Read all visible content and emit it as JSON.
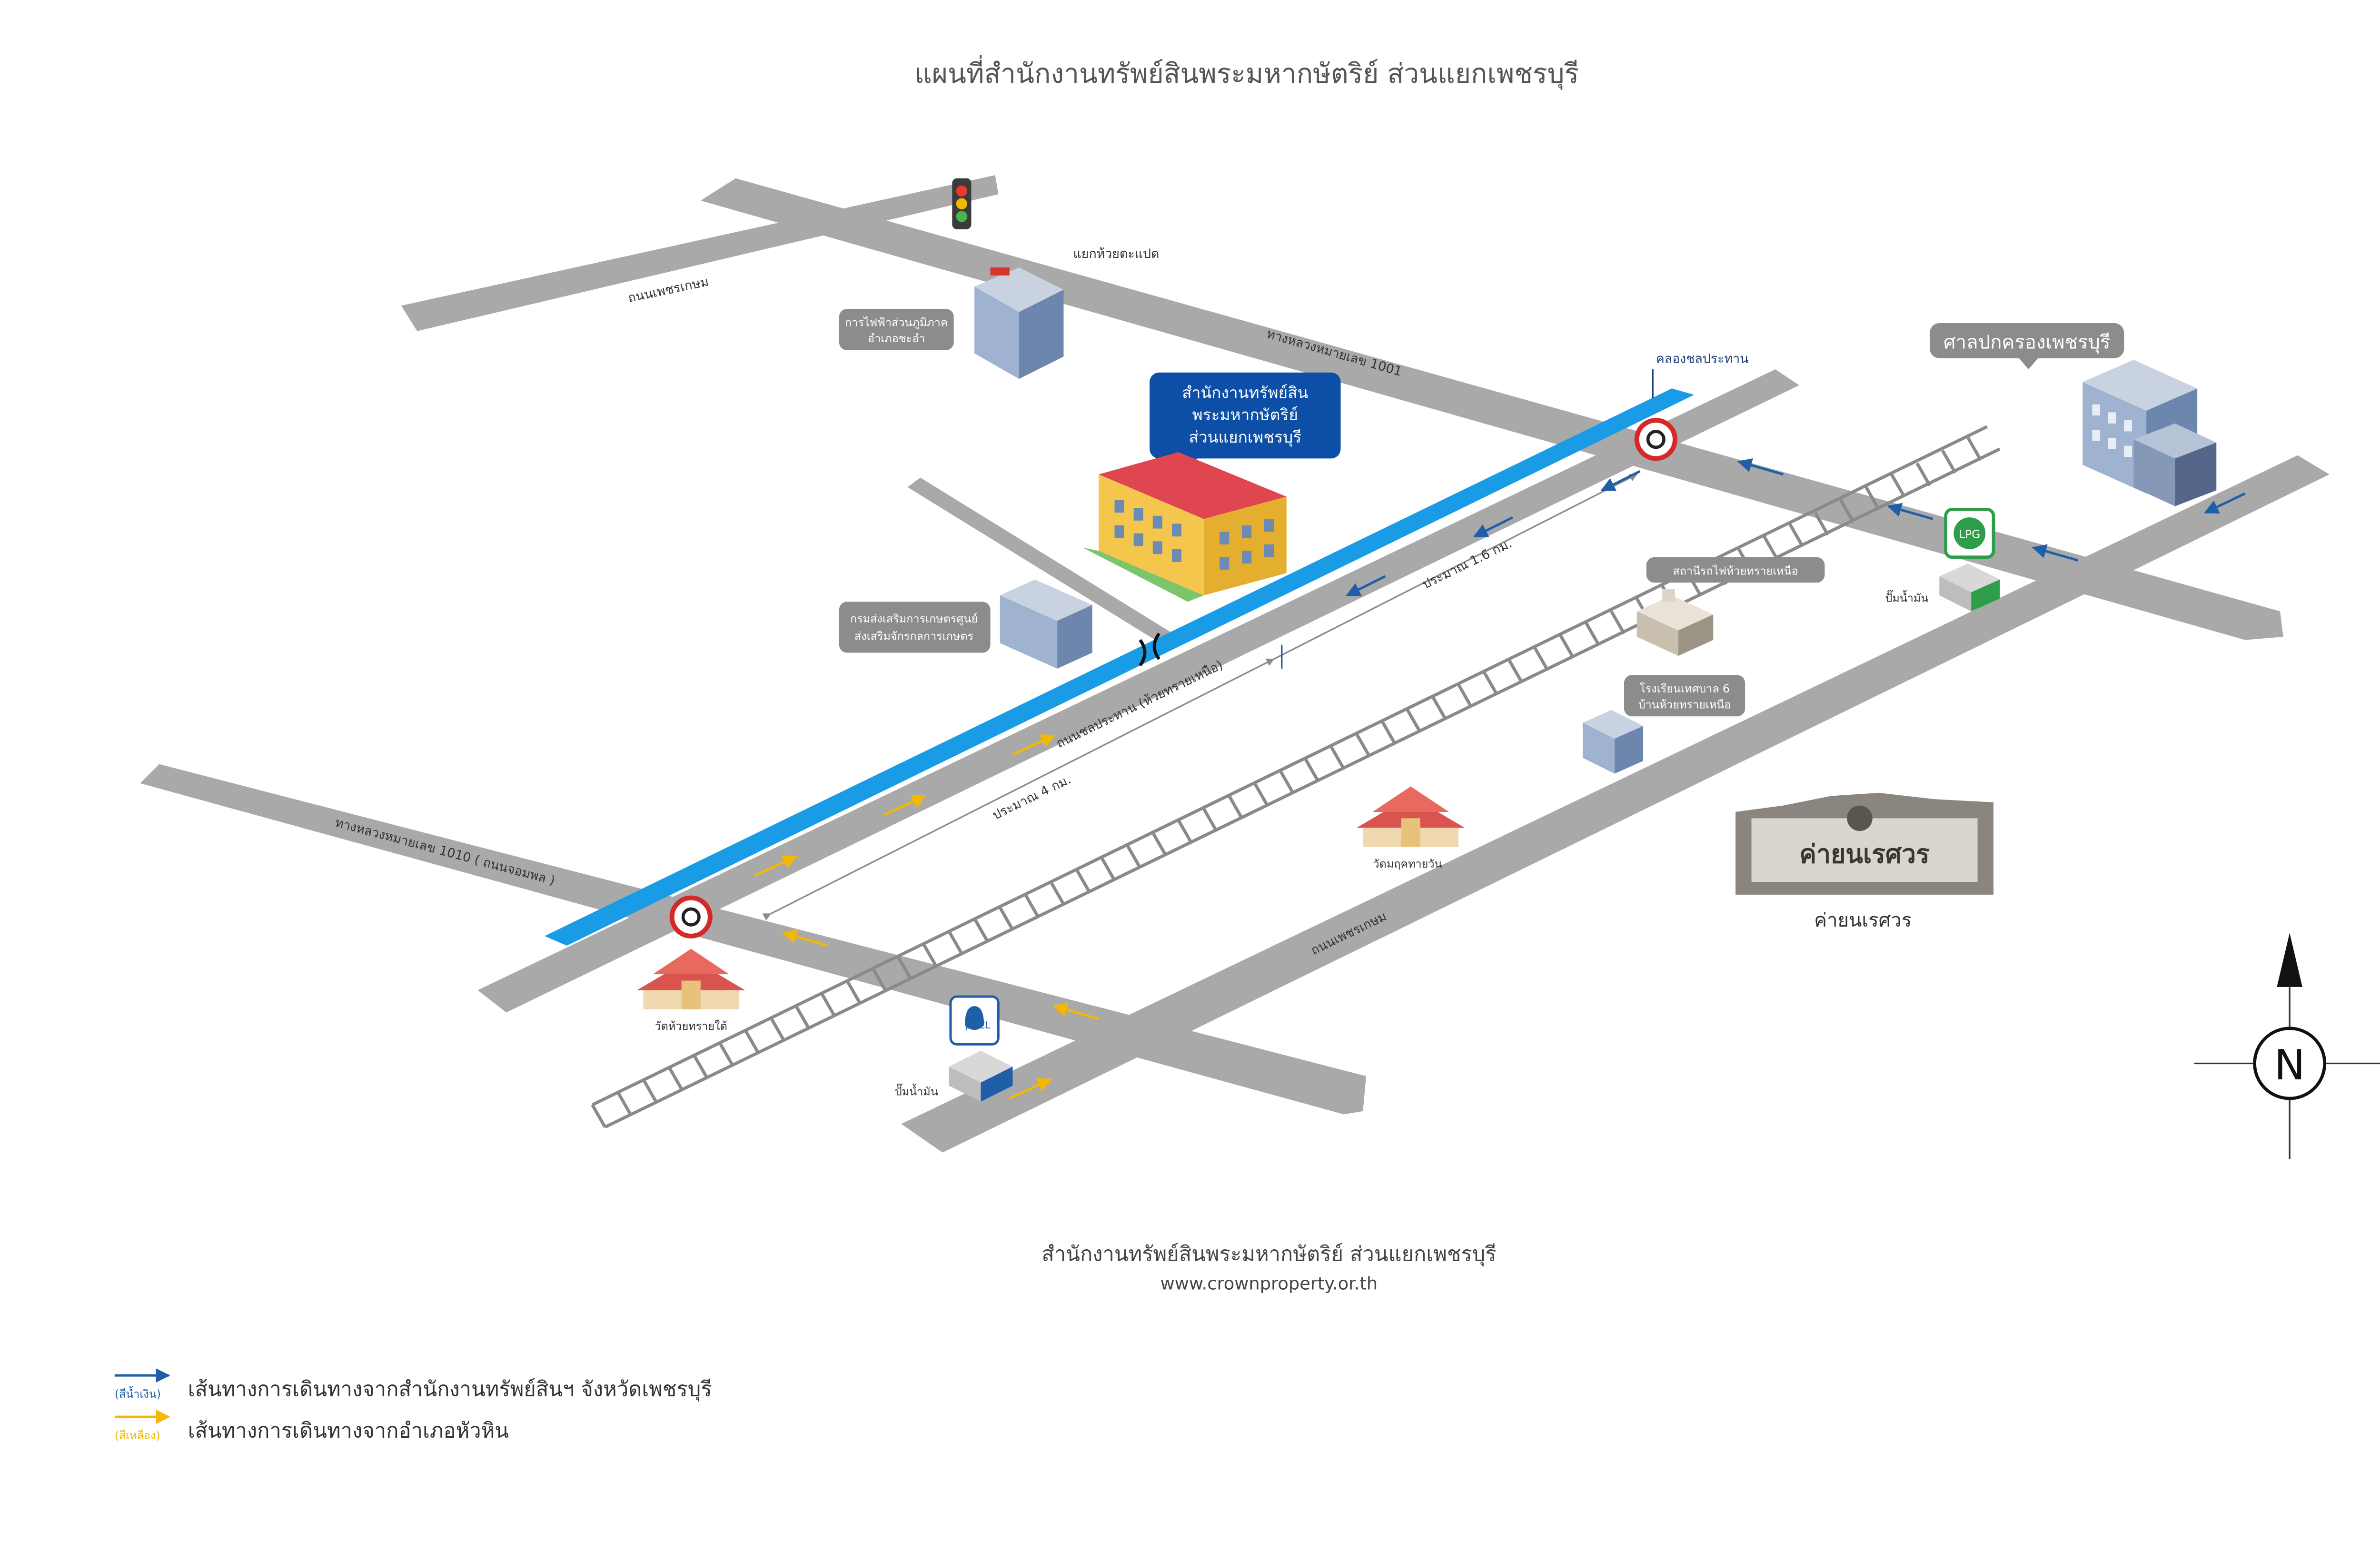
{
  "title": "แผนที่สำนักงานทรัพย์สินพระมหากษัตริย์ ส่วนแยกเพชรบุรี",
  "roads": {
    "phetkasem_top": "ถนนเพชรเกษม",
    "phetkasem_bottom": "ถนนเพชรเกษม",
    "highway_1001": "ทางหลวงหมายเลข 1001",
    "highway_1010": "ทางหลวงหมายเลข 1010 ( ถนนจอมพล )",
    "chon_prathan": "ถนนชลประทาน (ห้วยทรายเหนือ)",
    "canal": "คลองชลประทาน"
  },
  "distances": {
    "d1": "ประมาณ 1.6 กม.",
    "d2": "ประมาณ 4 กม."
  },
  "places": {
    "intersection": "แยกห้วยตะแปด",
    "pea": [
      "การไฟฟ้าส่วนภูมิภาค",
      "อำเภอชะอำ"
    ],
    "office": [
      "สำนักงานทรัพย์สิน",
      "พระมหากษัตริย์",
      "ส่วนแยกเพชรบุรี"
    ],
    "agri": [
      "กรมส่งเสริมการเกษตรศูนย์",
      "ส่งเสริมจักรกลการเกษตร"
    ],
    "court": "ศาลปกครองเพชรบุรี",
    "station": "สถานีรถไฟห้วยทรายเหนือ",
    "school": [
      "โรงเรียนเทศบาล 6",
      "บ้านห้วยทรายเหนือ"
    ],
    "gas_station_top": "ปั๊มน้ำมัน",
    "gas_station_bottom": "ปั๊มน้ำมัน",
    "lpg_logo": "LPG",
    "ptt_logo": "pttCL",
    "temple_mid": "วัดมฤคทายวัน",
    "temple_left": "วัดห้วยทรายใต้",
    "camp_sign": "ค่ายนเรศวร",
    "camp_label": "ค่ายนเรศวร"
  },
  "compass": "N",
  "footer": {
    "org": "สำนักงานทรัพย์สินพระมหากษัตริย์ ส่วนแยกเพชรบุรี",
    "url": "www.crownproperty.or.th"
  },
  "legend": [
    {
      "tag": "(สีน้ำเงิน)",
      "text": "เส้นทางการเดินทางจากสำนักงานทรัพย์สินฯ จังหวัดเพชรบุรี",
      "color": "#1f5fa8"
    },
    {
      "tag": "(สีเหลือง)",
      "text": "เส้นทางการเดินทางจากอำเภอหัวหิน",
      "color": "#f5b800"
    }
  ],
  "colors": {
    "road": "#a9a9a9",
    "canal": "#1a9be6",
    "callout_blue": "#0d4ea6",
    "label_gray": "#8c8c8c",
    "roof": "#e0464f",
    "building_yellow": "#f4c64c"
  }
}
